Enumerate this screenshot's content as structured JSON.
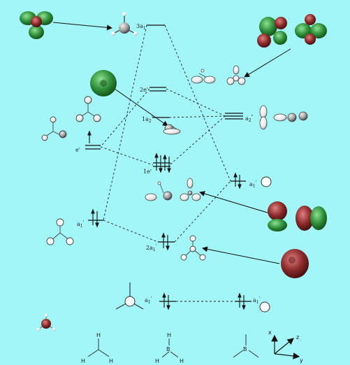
{
  "levels": {
    "a3": "3a",
    "a3_sub": "1",
    "e2": "2e'",
    "a1pp": "1a",
    "a1pp_sub": "2",
    "a1pp_sup": "\"",
    "e1": "1e'",
    "a2a1": "2a",
    "a2a1_sub": "1",
    "a2a1_sup": "'",
    "left_e": "e'",
    "left_a1": "a",
    "left_a1_sub": "1",
    "left_a1_sup": "'",
    "right_a2": "a",
    "right_a2_sub": "2",
    "right_a2_sup": "\"",
    "right_a1": "a",
    "right_a1_sub": "1",
    "right_a1_sup": "'",
    "core_left": "a",
    "core_left_sub": "1",
    "core_left_sup": "'",
    "core_right": "a",
    "core_right_sub": "1",
    "core_right_sup": "'"
  },
  "axes": {
    "x": "x",
    "y": "y",
    "z": "z"
  },
  "atoms": {
    "h": "H",
    "b": "B"
  },
  "colors": {
    "background": "#a3f6f8",
    "lobe_green": "#2f8f3a",
    "lobe_red": "#8b2a2a",
    "line": "#111111"
  }
}
